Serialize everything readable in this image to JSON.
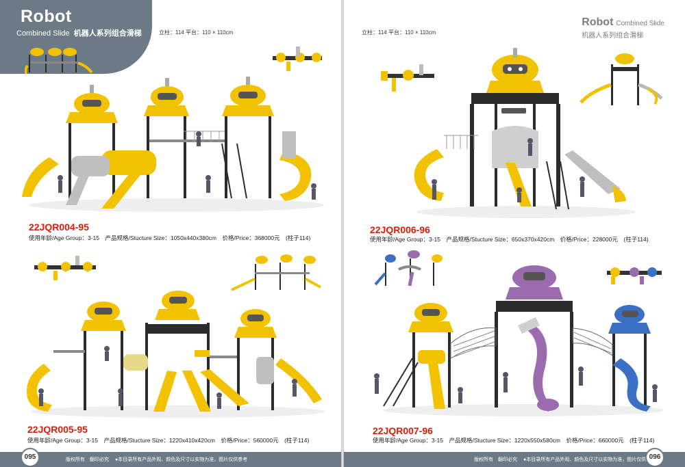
{
  "left_page": {
    "brand_title": "Robot",
    "brand_sub_en": "Combined Slide",
    "brand_sub_cn": "机器人系列组合滑梯",
    "spec_note": "立柱：114 平台：110 × 110cm",
    "products": [
      {
        "code": "22JQR004-95",
        "desc": "使用年龄/Age Group：3-15　产品规格/Stucture Size：1050x440x380cm　价格/Price：368000元　(柱子114)"
      },
      {
        "code": "22JQR005-95",
        "desc": "使用年龄/Age Group：3-15　产品规格/Stucture Size：1220x410x420cm　价格/Price：560000元　(柱子114)"
      }
    ],
    "page_number": "095",
    "footer_copyright": "版权所有　翻印必究",
    "footer_note": "●本目录所有产品外观、颜色及尺寸以实物为准，图片仅供参考"
  },
  "right_page": {
    "brand_title": "Robot",
    "brand_sub_en": "Combined Slide",
    "brand_sub_cn": "机器人系列组合滑梯",
    "spec_note": "立柱：114 平台：110 × 110cm",
    "products": [
      {
        "code": "22JQR006-96",
        "desc": "使用年龄/Age Group：3-15　产品规格/Stucture Size：650x370x420cm　价格/Price：228000元　(柱子114)"
      },
      {
        "code": "22JQR007-96",
        "desc": "使用年龄/Age Group：3-15　产品规格/Stucture Size：1220x550x580cm　价格/Price：660000元　(柱子114)"
      }
    ],
    "page_number": "096",
    "footer_copyright": "版权所有　翻印必究",
    "footer_note": "●本目录所有产品外观、颜色及尺寸以实物为准，图片仅供参考"
  },
  "colors": {
    "header_gray": "#6b7a86",
    "code_red": "#d81e06",
    "slide_yellow": "#f2c200",
    "frame_black": "#2b2b2b",
    "robot_purple": "#9b6bb0",
    "robot_blue": "#3a6fc4"
  }
}
